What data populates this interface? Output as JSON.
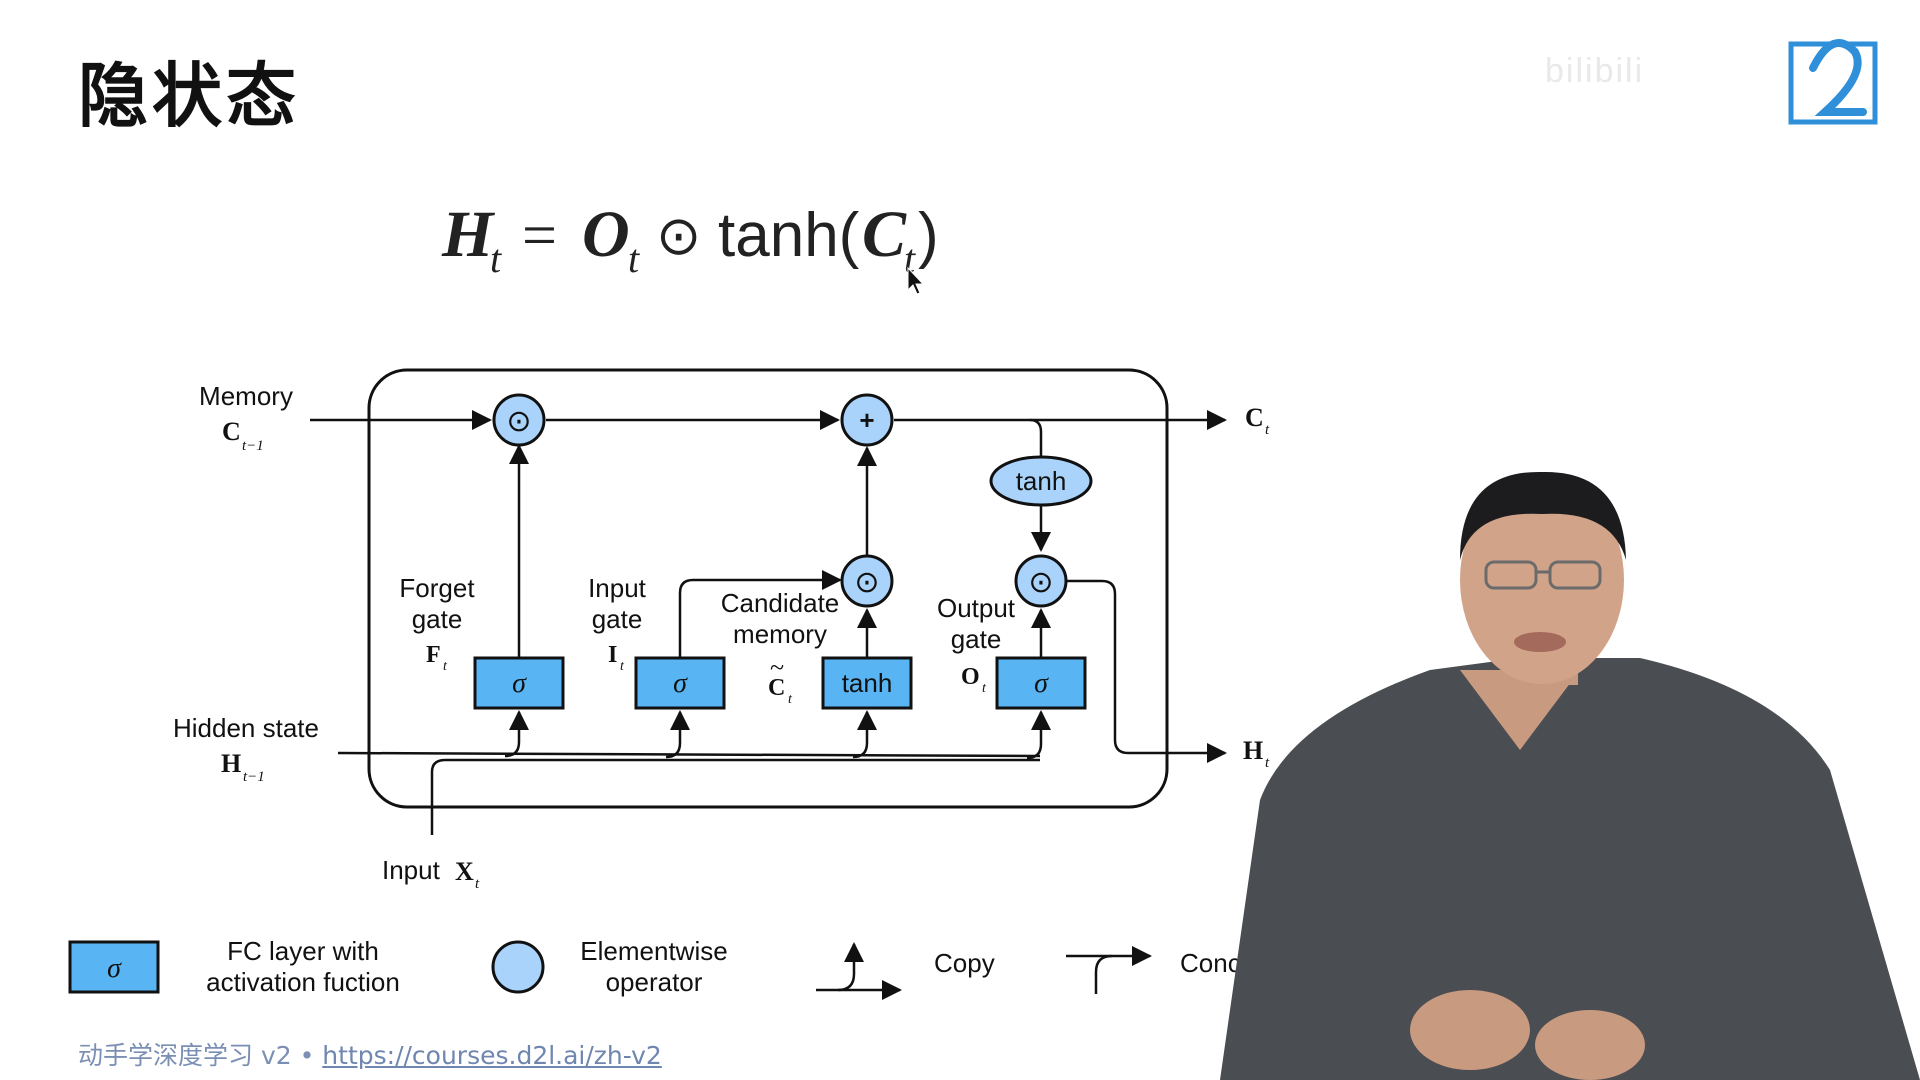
{
  "slide": {
    "title": "隐状态",
    "equation": {
      "lhs": "H",
      "lhs_sub": "t",
      "equals": "=",
      "o": "O",
      "o_sub": "t",
      "op": "⊙",
      "func": "tanh(",
      "c": "C",
      "c_sub": "t",
      "close": ")"
    }
  },
  "diagram": {
    "memory_in_label": "Memory",
    "memory_in_symbol": "C",
    "memory_in_sub": "t−1",
    "hidden_in_label": "Hidden state",
    "hidden_in_symbol": "H",
    "hidden_in_sub": "t−1",
    "input_label": "Input",
    "input_symbol": "X",
    "input_sub": "t",
    "out_c_symbol": "C",
    "out_c_sub": "t",
    "out_h_symbol": "H",
    "out_h_sub": "t",
    "tanh_ellipse": "tanh",
    "forget_gate_line1": "Forget",
    "forget_gate_line2": "gate",
    "forget_symbol": "F",
    "forget_sub": "t",
    "input_gate_line1": "Input",
    "input_gate_line2": "gate",
    "input_gate_symbol": "I",
    "input_gate_sub": "t",
    "candidate_line1": "Candidate",
    "candidate_line2": "memory",
    "candidate_symbol": "C",
    "candidate_tilde": "~",
    "candidate_sub": "t",
    "output_gate_line1": "Output",
    "output_gate_line2": "gate",
    "output_symbol": "O",
    "output_sub": "t",
    "sigma": "σ",
    "tanh_box": "tanh",
    "mul_op": "⊙",
    "add_op": "+"
  },
  "legend": {
    "fc_symbol": "σ",
    "fc_line1": "FC layer with",
    "fc_line2": "activation fuction",
    "elementwise_line1": "Elementwise",
    "elementwise_line2": "operator",
    "copy": "Copy",
    "concatenate": "Concate"
  },
  "footer": {
    "text": "动手学深度学习 v2 • ",
    "link": "https://courses.d2l.ai/zh-v2"
  },
  "watermark": "bilibili",
  "colors": {
    "box_fill": "#58b4f2",
    "circle_fill": "#a9d3fa",
    "line": "#111111",
    "footer": "#7a8fb3"
  }
}
